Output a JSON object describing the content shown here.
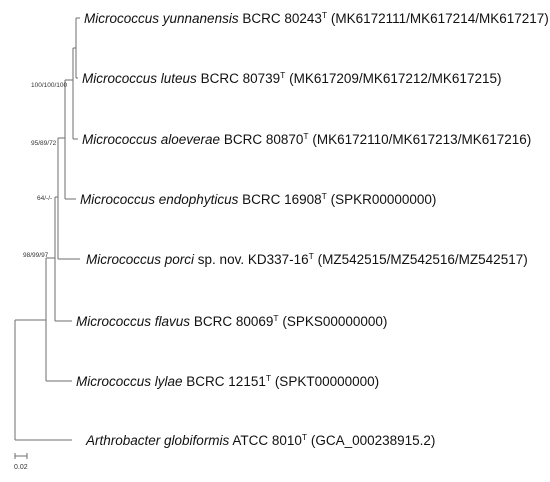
{
  "taxa": [
    {
      "species": "Micrococcus yunnanensis",
      "strain": "BCRC 80243",
      "sup": "T",
      "accession": "(MK6172111/MK617214/MK617217)"
    },
    {
      "species": "Micrococcus luteus",
      "strain": "BCRC 80739",
      "sup": "T",
      "accession": "(MK617209/MK617212/MK617215)"
    },
    {
      "species": "Micrococcus aloeverae",
      "strain": "BCRC 80870",
      "sup": "T",
      "accession": "(MK6172110/MK617213/MK617216)"
    },
    {
      "species": "Micrococcus endophyticus",
      "strain": "BCRC 16908",
      "sup": "T",
      "accession": "(SPKR00000000)"
    },
    {
      "species": "Micrococcus porci",
      "strain": "sp. nov. KD337-16",
      "sup": "T",
      "accession": "(MZ542515/MZ542516/MZ542517)"
    },
    {
      "species": "Micrococcus flavus",
      "strain": "BCRC 80069",
      "sup": "T",
      "accession": "(SPKS00000000)"
    },
    {
      "species": "Micrococcus lylae",
      "strain": "BCRC 12151",
      "sup": "T",
      "accession": "(SPKT00000000)"
    },
    {
      "species": "Arthrobacter globiformis",
      "strain": "ATCC 8010",
      "sup": "T",
      "accession": "(GCA_000238915.2)"
    }
  ],
  "bootstrap": {
    "yunnanensis_luteus": "100/100/100",
    "plus_aloeverae": "95/89/72",
    "plus_endophyticus": "64/-/-",
    "plus_porci": "98/99/97"
  },
  "scale_bar": {
    "label": "0.02"
  }
}
